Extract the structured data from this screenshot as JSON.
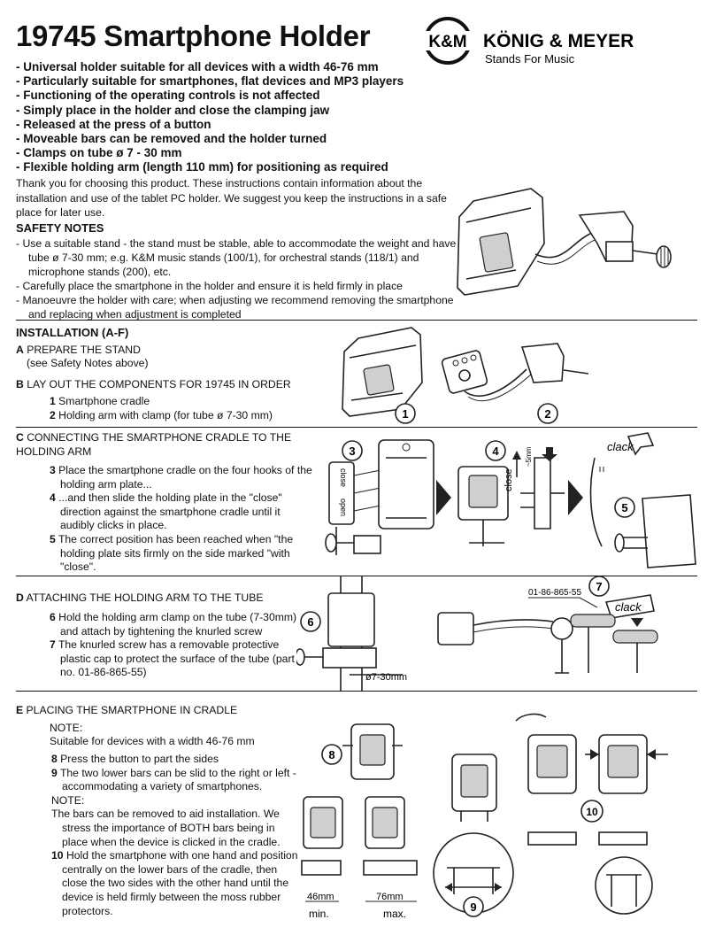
{
  "title": "19745 Smartphone Holder",
  "brand": {
    "mark": "K&M",
    "name": "KÖNIG & MEYER",
    "tagline": "Stands For Music"
  },
  "features": [
    "- Universal holder suitable for all devices with a width 46-76 mm",
    "- Particularly suitable for smartphones, flat devices and MP3 players",
    "- Functioning of the operating controls is not affected",
    "- Simply place in the holder and close the clamping jaw",
    "- Released at the press of a button",
    "- Moveable bars can be removed and the holder turned",
    "- Clamps on tube ø 7 - 30 mm",
    "- Flexible holding arm (length 110 mm) for positioning as required"
  ],
  "intro": "Thank you for choosing this product. These instructions contain information about the installation and use of the tablet PC holder. We suggest you keep the instructions in a safe place for later use.",
  "safety": {
    "heading": "SAFETY NOTES",
    "items": [
      "- Use a suitable stand - the stand must be stable, able to accommodate the weight and have a tube ø 7-30 mm; e.g. K&M music stands (100/1), for orchestral stands (118/1) and microphone stands  (200), etc.",
      "- Carefully place the smartphone in the holder and ensure it is held firmly in place",
      "- Manoeuvre the holder with care; when adjusting we recommend removing the smartphone and replacing when adjustment is completed"
    ]
  },
  "installation": {
    "heading": "INSTALLATION (A-F)",
    "a": {
      "letter": "A",
      "title": "PREPARE THE STAND",
      "note": "(see Safety Notes above)"
    },
    "b": {
      "letter": "B",
      "title": "LAY OUT THE  COMPONENTS FOR 19745 IN ORDER",
      "steps": [
        {
          "n": "1",
          "text": "Smartphone cradle"
        },
        {
          "n": "2",
          "text": "Holding arm with clamp (for tube ø 7-30 mm)"
        }
      ]
    },
    "c": {
      "letter": "C",
      "title": "CONNECTING THE SMARTPHONE CRADLE TO THE HOLDING ARM",
      "steps": [
        {
          "n": "3",
          "text": "Place the smartphone cradle on the four hooks of the holding arm plate..."
        },
        {
          "n": "4",
          "text": "...and then slide the holding plate in the \"close\" direction against the smartphone cradle until it audibly clicks in place."
        },
        {
          "n": "5",
          "text": "The correct position has been reached when \"the holding plate sits firmly on the side marked \"with \"close\"."
        }
      ]
    },
    "d": {
      "letter": "D",
      "title": "ATTACHING THE HOLDING ARM TO THE TUBE",
      "steps": [
        {
          "n": "6",
          "text": "Hold the holding arm clamp on the tube (7-30mm) and attach by tightening the knurled screw"
        },
        {
          "n": "7",
          "text": "The knurled screw has a removable protective plastic cap to protect the surface of the tube (part no. 01-86-865-55)"
        }
      ]
    },
    "e": {
      "letter": "E",
      "title": "PLACING THE SMARTPHONE IN CRADLE",
      "note_label": "NOTE:",
      "note_text": "Suitable for devices with a width 46-76 mm",
      "steps": [
        {
          "n": "8",
          "text": "Press the button to part the sides"
        },
        {
          "n": "9",
          "text": "The two lower bars can be slid to the right or left - accommodating a variety of smartphones."
        },
        {
          "n": "",
          "text": "NOTE:"
        },
        {
          "n": "",
          "text": "The bars can be removed to aid installation. We stress the importance of BOTH bars being in place when the device is clicked in the cradle."
        },
        {
          "n": "10",
          "text": "Hold the smartphone with one hand and position centrally on the lower bars of the cradle, then close the two sides with the other hand until the device is held firmly between the moss rubber protectors."
        }
      ]
    }
  },
  "figure_labels": {
    "close": "close",
    "open": "open",
    "dim_5mm": "~5mm",
    "clack": "clack",
    "part_no": "01-86-865-55",
    "tube": "ø7-30mm",
    "min_width": "46mm",
    "max_width": "76mm",
    "min": "min.",
    "max": "max.",
    "badges": [
      "1",
      "2",
      "3",
      "4",
      "5",
      "6",
      "7",
      "8",
      "9",
      "10"
    ]
  }
}
